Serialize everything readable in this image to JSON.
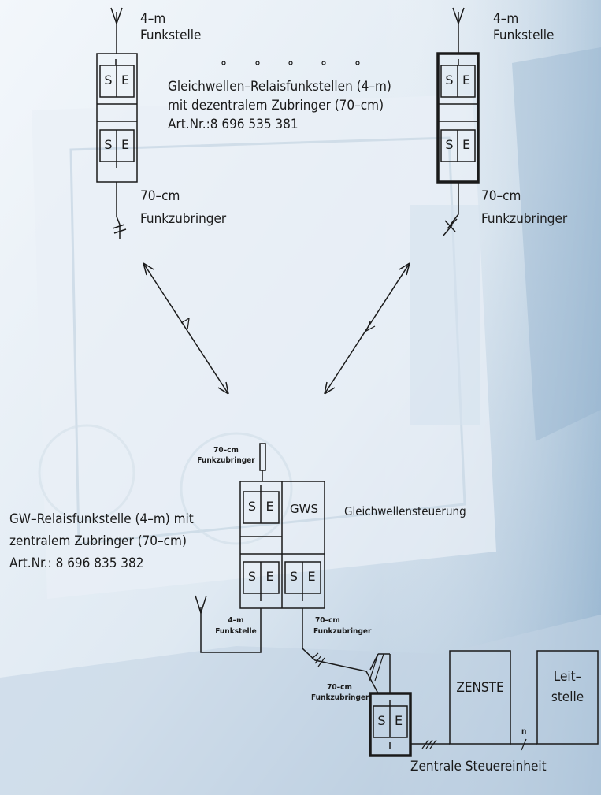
{
  "labels": {
    "tl_freq": "4–m",
    "tl_station": "Funkstelle",
    "tr_freq": "4–m",
    "tr_station": "Funkstelle",
    "top_desc_1": "Gleichwellen–Relaisfunkstellen (4–m)",
    "top_desc_2": "mit dezentralem Zubringer (70–cm)",
    "top_desc_3": "Art.Nr.:8 696 535 381",
    "l_feeder_freq": "70–cm",
    "l_feeder_name": "Funkzubringer",
    "r_feeder_freq": "70–cm",
    "r_feeder_name": "Funkzubringer",
    "center_feeder_freq": "70–cm",
    "center_feeder_name": "Funkzubringer",
    "gw_desc_1": "GW–Relaisfunkstelle (4–m) mit",
    "gw_desc_2": "zentralem Zubringer (70–cm)",
    "gw_desc_3": "Art.Nr.: 8 696 835 382",
    "gws_label": "Gleichwellensteuerung",
    "gws_box": "GWS",
    "bottom_freq": "4–m",
    "bottom_station": "Funkstelle",
    "bottom_feeder_freq": "70–cm",
    "bottom_feeder_name": "Funkzubringer",
    "lower_feeder_freq": "70–cm",
    "lower_feeder_name": "Funkzubringer",
    "zenste": "ZENSTE",
    "leitstelle_1": "Leit–",
    "leitstelle_2": "stelle",
    "zentrale": "Zentrale Steuereinheit",
    "n": "n",
    "send": "S",
    "receive": "E"
  },
  "colors": {
    "line": "#1a1a1a",
    "bg_light": "#eef3f8",
    "bg_blue": "#a9c2d9"
  }
}
